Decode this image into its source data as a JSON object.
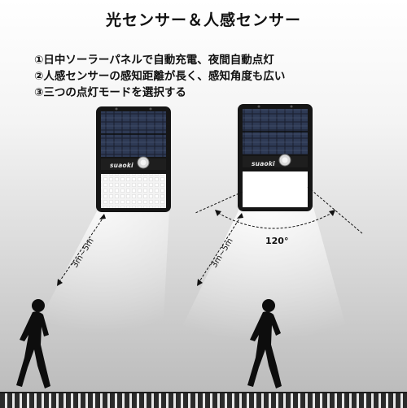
{
  "title": "光センサー＆人感センサー",
  "features": [
    "①日中ソーラーパネルで自動充電、夜間自動点灯",
    "②人感センサーの感知距離が長く、感知角度も広い",
    "③三つの点灯モードを選択する"
  ],
  "brand": "suaoki",
  "distance_label": "3m~5m",
  "angle_label": "120°"
}
